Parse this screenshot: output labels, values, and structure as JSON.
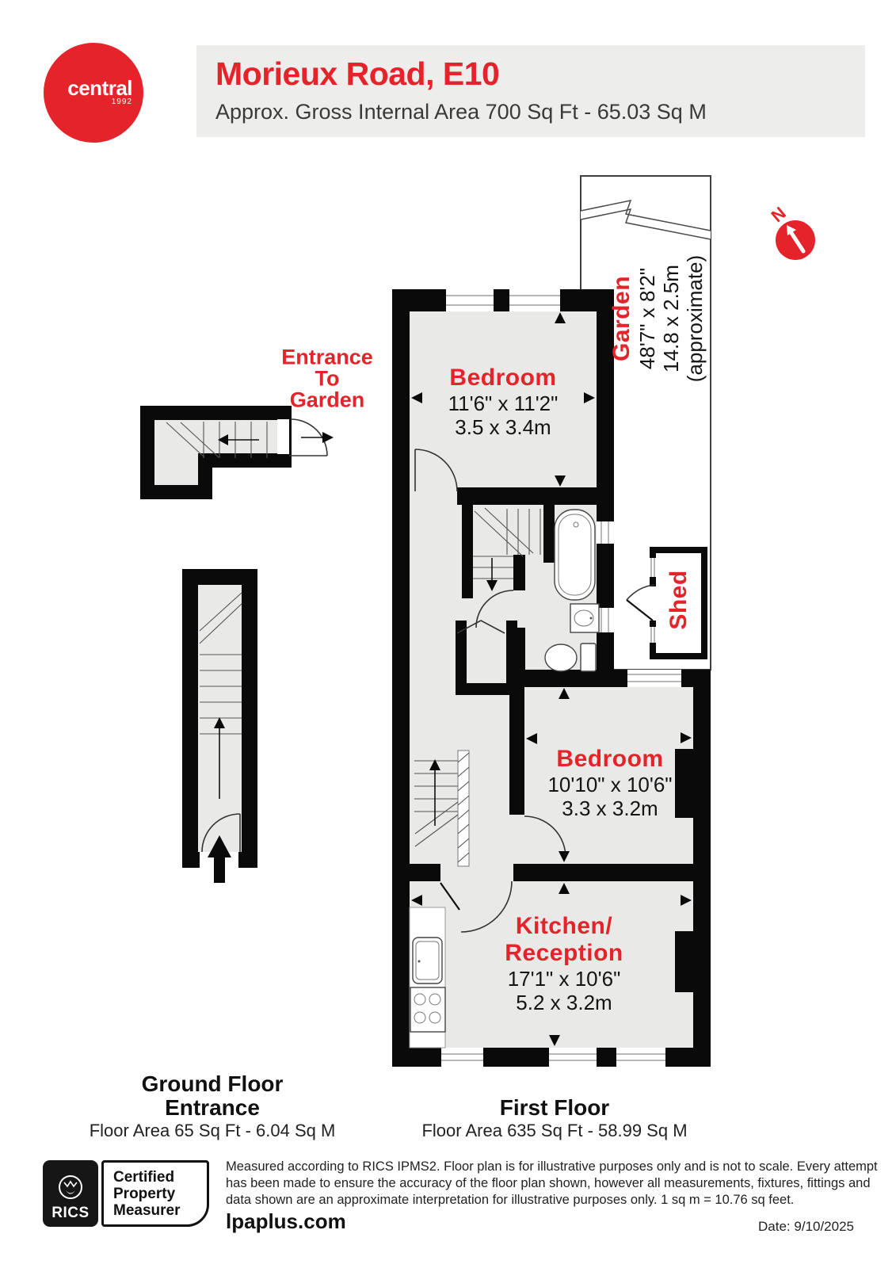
{
  "header": {
    "brand": "central",
    "brand_year": "1992",
    "title": "Morieux Road, E10",
    "subtitle": "Approx. Gross Internal Area 700 Sq Ft - 65.03 Sq M"
  },
  "plan": {
    "entrance_to_garden": "Entrance\nTo\nGarden",
    "compass_label": "N",
    "rooms": {
      "bedroom1": {
        "label": "Bedroom",
        "dims_ft": "11'6\" x 11'2\"",
        "dims_m": "3.5 x 3.4m"
      },
      "bedroom2": {
        "label": "Bedroom",
        "dims_ft": "10'10\" x 10'6\"",
        "dims_m": "3.3 x 3.2m"
      },
      "kitchen": {
        "label": "Kitchen/",
        "label2": "Reception",
        "dims_ft": "17'1\" x 10'6\"",
        "dims_m": "5.2 x 3.2m"
      },
      "garden": {
        "label": "Garden",
        "dims_ft": "48'7\" x 8'2\"",
        "dims_m": "14.8 x 2.5m",
        "note": "(approximate)"
      },
      "shed": {
        "label": "Shed"
      }
    }
  },
  "floors": {
    "ground": {
      "line1": "Ground Floor",
      "line2": "Entrance",
      "area": "Floor Area 65 Sq Ft - 6.04 Sq M"
    },
    "first": {
      "title": "First Floor",
      "area": "Floor Area 635 Sq Ft - 58.99 Sq M"
    }
  },
  "footer": {
    "rics": "RICS",
    "cert": {
      "line1": "Certified",
      "line2": "Property",
      "line3": "Measurer"
    },
    "disclaimer": {
      "line1": "Measured according to RICS IPMS2. Floor plan is for illustrative purposes only and is not to scale. Every attempt",
      "line2": "has been made to ensure the accuracy of the floor plan shown, however all measurements, fixtures, fittings and",
      "line3": "data shown are an approximate interpretation for illustrative purposes only. 1 sq m = 10.76 sq feet."
    },
    "website": "lpaplus.com",
    "date": "Date: 9/10/2025"
  },
  "colors": {
    "accent": "#e4232a",
    "wall": "#0a0a0a",
    "room_fill": "#e9e9e8",
    "header_band": "#ededeb"
  }
}
